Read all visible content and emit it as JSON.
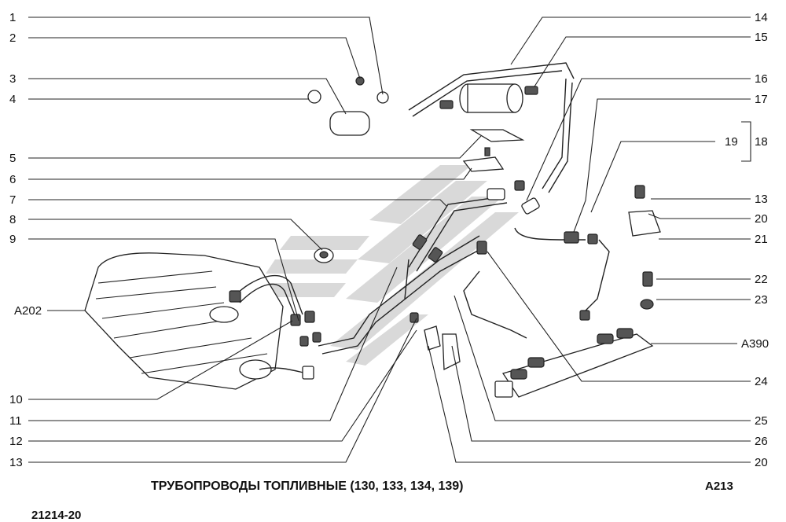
{
  "labels_left": [
    "1",
    "2",
    "3",
    "4",
    "5",
    "6",
    "7",
    "8",
    "9",
    "A202",
    "10",
    "11",
    "12",
    "13"
  ],
  "labels_right": [
    "14",
    "15",
    "16",
    "17",
    "18",
    "19",
    "13",
    "20",
    "21",
    "22",
    "23",
    "A390",
    "24",
    "25",
    "26",
    "20"
  ],
  "caption": "ТРУБОПРОВОДЫ ТОПЛИВНЫЕ (130, 133, 134, 139)",
  "section_code": "A213",
  "page_code": "21214-20"
}
